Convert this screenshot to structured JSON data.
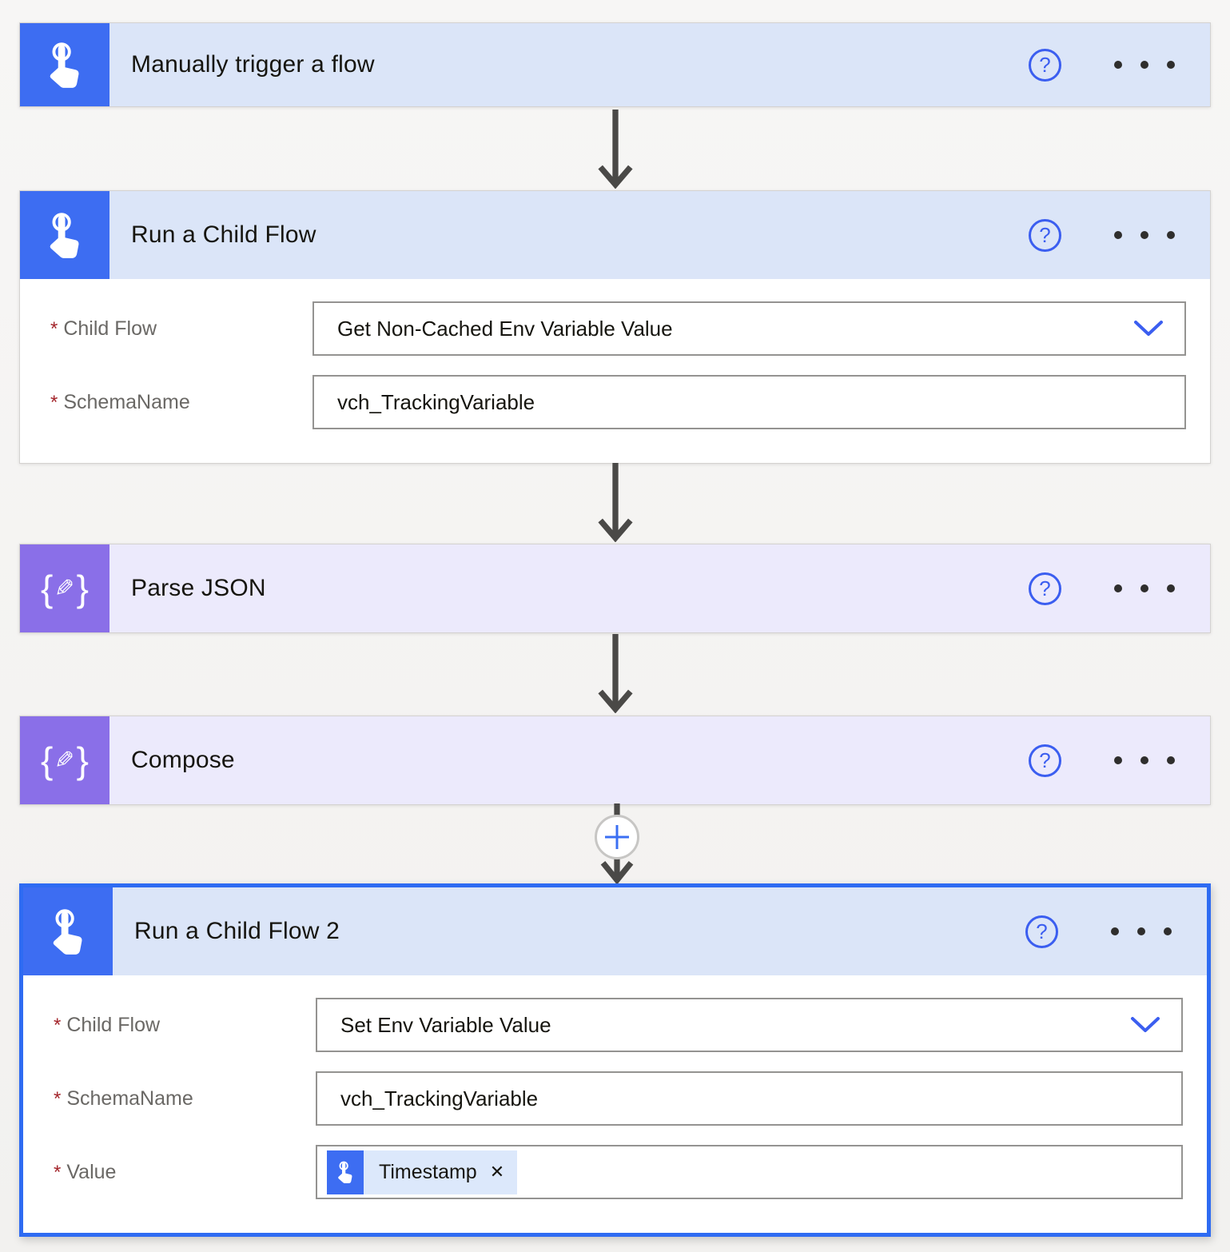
{
  "required_marker": "*",
  "glyphs": {
    "question": "?",
    "close": "✕"
  },
  "colors": {
    "accent_blue": "#3d6df2",
    "accent_purple": "#8a6fe8",
    "header_blue": "#dbe5f8",
    "header_purple": "#eceafc",
    "selected_border": "#2e6bf2",
    "arrow_gray": "#4a4947",
    "required_red": "#a4262c",
    "chip_bg": "#dce8fb"
  },
  "cards": [
    {
      "title": "Manually trigger a flow"
    },
    {
      "title": "Run a Child Flow",
      "fields": [
        {
          "label": "Child Flow",
          "value": "Get Non-Cached Env Variable Value"
        },
        {
          "label": "SchemaName",
          "value": "vch_TrackingVariable"
        }
      ]
    },
    {
      "title": "Parse JSON"
    },
    {
      "title": "Compose"
    },
    {
      "title": "Run a Child Flow 2",
      "fields": [
        {
          "label": "Child Flow",
          "value": "Set Env Variable Value"
        },
        {
          "label": "SchemaName",
          "value": "vch_TrackingVariable"
        },
        {
          "label": "Value",
          "token": "Timestamp"
        }
      ]
    }
  ]
}
